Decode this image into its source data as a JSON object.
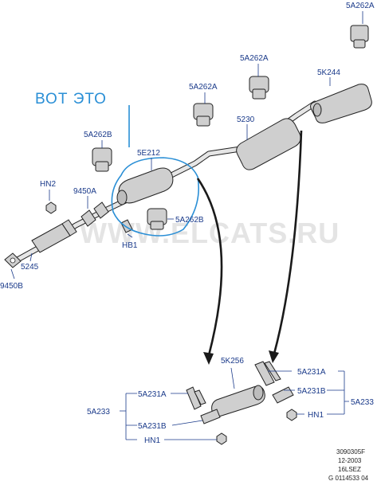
{
  "watermark": "WWW.ELCATS.RU",
  "annotation": "ВОТ  ЭТО",
  "colors": {
    "labels": "#1a3a8a",
    "annotation": "#2a8fd6",
    "parts": "#cfcfcf"
  },
  "callouts": {
    "top_right_bracket": "5A262A",
    "right_muffler_hanger": "5A262A",
    "left_muffler_hanger": "5A262A",
    "rear_muffler": "5K244",
    "center_muffler": "5230",
    "resonator": "5E212",
    "front_hanger": "5A262B",
    "hanger_under_resonator": "5A262B",
    "nut_hn2": "HN2",
    "flange": "9450A",
    "front_pipe": "5245",
    "gasket": "9450B",
    "clamp_hb1": "HB1"
  },
  "repair_kit": {
    "sleeve": "5K256",
    "left_group_label": "5A233",
    "right_group_label": "5A233",
    "left_items": [
      "5A231A",
      "5A231B",
      "HN1"
    ],
    "right_items": [
      "5A231A",
      "5A231B",
      "HN1"
    ]
  },
  "footer": [
    "3090305F",
    "12-2003",
    "16LSEZ",
    "G 0114533 04"
  ]
}
